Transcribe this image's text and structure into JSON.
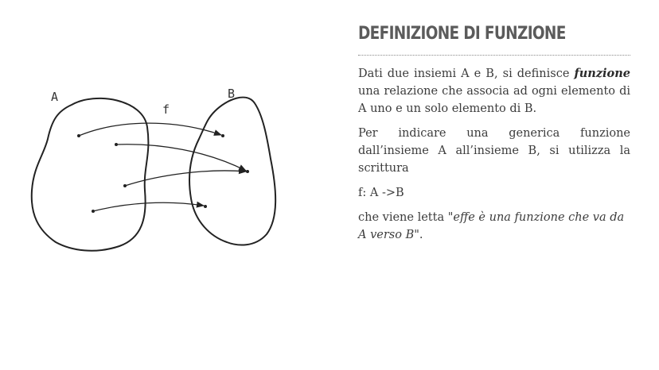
{
  "title": "DEFINIZIONE DI FUNZIONE",
  "diagram": {
    "label_a": "A",
    "label_b": "B",
    "label_f": "f"
  },
  "paragraph1": {
    "before": "Dati due insiemi A e B, si definisce ",
    "emphasis": "funzione",
    "after": " una relazione che associa ad ogni elemento di A uno e un solo elemento di B."
  },
  "paragraph2": "Per indicare una generica funzione dall’insieme A all’insieme B, si utilizza la scrittura",
  "notation": "f: A ->B",
  "paragraph4": {
    "before": "che viene letta \"",
    "italic": "effe è una funzione che va da A verso B",
    "after": "\"."
  },
  "colors": {
    "title": "#5b5b5b",
    "text": "#3c3c3c",
    "line": "#222222"
  }
}
